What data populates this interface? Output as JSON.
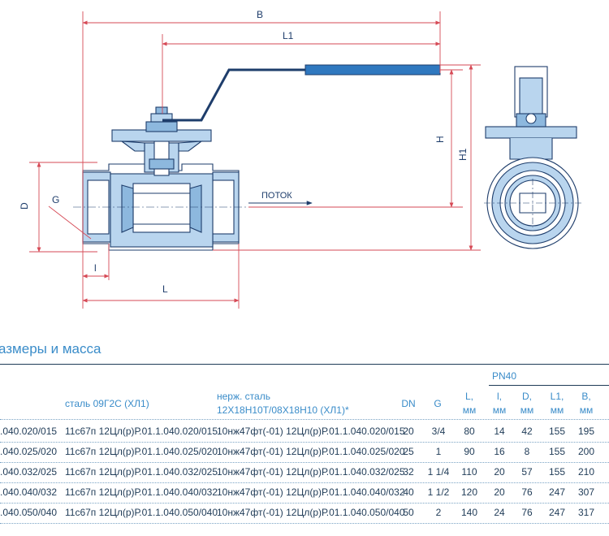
{
  "drawing": {
    "dim_B": "B",
    "dim_L1": "L1",
    "dim_H": "H",
    "dim_H1": "H1",
    "dim_D": "D",
    "dim_G": "G",
    "dim_l": "l",
    "dim_L": "L",
    "flow_label": "ПОТОК",
    "colors": {
      "outline": "#1e3d6b",
      "dimension": "#d64a56",
      "body_fill": "#b9d5ee",
      "handle": "#2f78bf"
    }
  },
  "section_title": "азмеры и масса",
  "table": {
    "header": {
      "group_pn": "PN40",
      "steel_col": "сталь 09Г2С (ХЛ1)",
      "stainless_col_line1": "нерж. сталь",
      "stainless_col_line2": "12Х18Н10Т/08Х18Н10 (ХЛ1)*",
      "dn": "DN",
      "g": "G",
      "L": "L,",
      "l": "l,",
      "D": "D,",
      "L1": "L1,",
      "B": "B,",
      "unit": "мм"
    },
    "rows": [
      {
        "code": ".040.020/015",
        "steel": "11с67п 12Цл(р)Р.01.1.040.020/015",
        "stainless": "10нж47фт(-01) 12Цл(р)Р.01.1.040.020/015",
        "dn": "20",
        "g": "3/4",
        "L": "80",
        "l": "14",
        "D": "42",
        "L1": "155",
        "B": "195"
      },
      {
        "code": ".040.025/020",
        "steel": "11с67п 12Цл(р)Р.01.1.040.025/020",
        "stainless": "10нж47фт(-01) 12Цл(р)Р.01.1.040.025/020",
        "dn": "25",
        "g": "1",
        "L": "90",
        "l": "16",
        "D": "8",
        "L1": "155",
        "B": "200"
      },
      {
        "code": ".040.032/025",
        "steel": "11с67п 12Цл(р)Р.01.1.040.032/025",
        "stainless": "10нж47фт(-01) 12Цл(р)Р.01.1.040.032/025",
        "dn": "32",
        "g": "1 1/4",
        "L": "110",
        "l": "20",
        "D": "57",
        "L1": "155",
        "B": "210"
      },
      {
        "code": ".040.040/032",
        "steel": "11с67п 12Цл(р)Р.01.1.040.040/032",
        "stainless": "10нж47фт(-01) 12Цл(р)Р.01.1.040.040/032",
        "dn": "40",
        "g": "1 1/2",
        "L": "120",
        "l": "20",
        "D": "76",
        "L1": "247",
        "B": "307"
      },
      {
        "code": ".040.050/040",
        "steel": "11с67п 12Цл(р)Р.01.1.040.050/040",
        "stainless": "10нж47фт(-01) 12Цл(р)Р.01.1.040.050/040",
        "dn": "50",
        "g": "2",
        "L": "140",
        "l": "24",
        "D": "76",
        "L1": "247",
        "B": "317"
      }
    ]
  }
}
